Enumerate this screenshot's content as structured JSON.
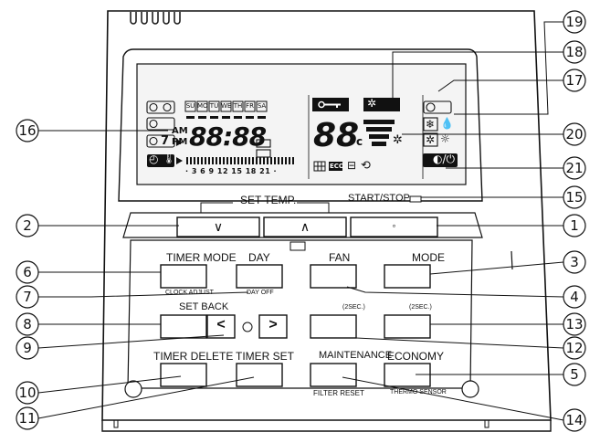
{
  "callouts": [
    "1",
    "2",
    "3",
    "4",
    "5",
    "6",
    "7",
    "8",
    "9",
    "10",
    "11",
    "12",
    "13",
    "14",
    "15",
    "16",
    "17",
    "18",
    "19",
    "20",
    "21"
  ],
  "days": [
    "SU",
    "MO",
    "TU",
    "WE",
    "TH",
    "FR",
    "SA"
  ],
  "lcd": {
    "am": "AM",
    "pm": "PM",
    "clock_digits": "88:88",
    "temp_digits": "88",
    "temp_unit": "°c",
    "hour_ticks": "· 3  6  9  12 15 18 21 ·",
    "timer7": "7",
    "eco": "ECO"
  },
  "labels": {
    "set_temp": "SET TEMP.",
    "start_stop": "START/STOP",
    "timer_mode": "TIMER MODE",
    "clock_adjust": "CLOCK ADJUST",
    "day": "DAY",
    "day_off": "DAY OFF",
    "fan": "FAN",
    "mode": "MODE",
    "set_back": "SET BACK",
    "louver_v": "(2SEC.)",
    "louver_h": "(2SEC.)",
    "timer_delete": "TIMER DELETE",
    "timer_set": "TIMER SET",
    "maintenance": "MAINTENANCE",
    "filter_reset": "FILTER RESET",
    "economy": "ECONOMY",
    "thermo_sensor": "THERMO SENSOR",
    "down_arrow": "∨",
    "up_arrow": "∧",
    "left_arrow": "<",
    "right_arrow": ">",
    "start_dot": "◦"
  }
}
